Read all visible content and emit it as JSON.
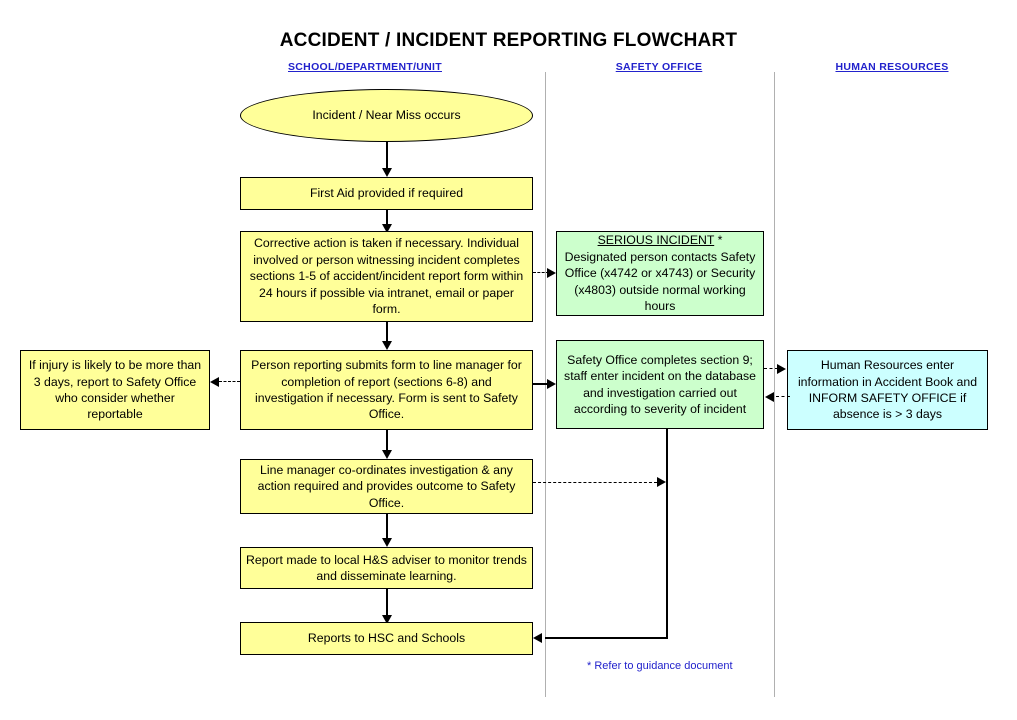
{
  "title": "ACCIDENT / INCIDENT REPORTING FLOWCHART",
  "columns": [
    {
      "label": "SCHOOL/DEPARTMENT/UNIT"
    },
    {
      "label": "SAFETY OFFICE"
    },
    {
      "label": "HUMAN RESOURCES"
    }
  ],
  "nodes": {
    "incident": "Incident / Near Miss occurs",
    "first_aid": "First Aid provided if required",
    "corrective_action": "Corrective action is taken if necessary. Individual involved or person witnessing incident completes sections 1-5 of accident/incident report form within 24 hours if possible via intranet, email or paper form.",
    "serious_incident_heading": "SERIOUS INCIDENT",
    "serious_incident_marker": " *",
    "serious_incident_body": "Designated person contacts Safety Office (x4742 or x4743) or Security (x4803) outside normal working hours",
    "injury_three_days": "If injury is likely to be more than 3 days, report to Safety Office who consider whether reportable",
    "person_reporting": "Person reporting submits form to line manager for completion of report (sections 6-8) and investigation if necessary.  Form is sent to Safety Office.",
    "safety_office_completes": "Safety Office completes section 9; staff enter incident on the database and investigation carried out according to severity of incident",
    "human_resources": "Human Resources enter information in Accident Book and INFORM SAFETY OFFICE if absence is > 3 days",
    "line_manager": "Line manager co-ordinates investigation & any action required and provides outcome to Safety Office.",
    "hs_adviser": "Report made to local H&S adviser to monitor trends and disseminate learning.",
    "reports_hsc": "Reports to HSC and Schools"
  },
  "footnote": "* Refer to guidance document",
  "colors": {
    "node_yellow": "#ffff99",
    "node_green": "#ccffcc",
    "node_cyan": "#ccffff",
    "header_blue": "#2222cc",
    "outline": "#000000",
    "divider": "#b0b0b0"
  }
}
